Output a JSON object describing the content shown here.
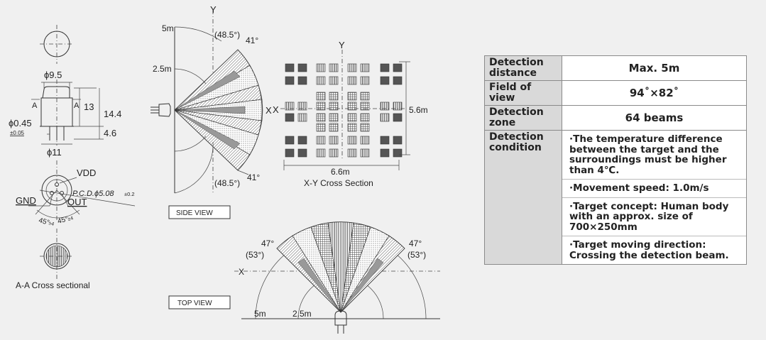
{
  "drawing": {
    "dim_top_dia": "ϕ9.5",
    "dim_bottom_dia": "ϕ11",
    "dim_pin_dia": "ϕ0.45",
    "dim_pin_tol": "±0.05",
    "dim_h13": "13",
    "dim_h14": "14.4",
    "dim_h46": "4.6",
    "section_mark": "A",
    "pin_vdd": "VDD",
    "pin_gnd": "GND",
    "pin_out": "OUT",
    "pcd": "P.C.D.ϕ5.08",
    "pcd_tol": "±0.2",
    "angle_left": "45°",
    "angle_right": "45°",
    "angle_tol": "±4",
    "section_caption": "A-A Cross sectional"
  },
  "side_view": {
    "axis_y": "Y",
    "axis_x": "X",
    "r_outer": "5m",
    "r_inner": "2.5m",
    "angle_top": "41°",
    "angle_top_alt": "(48.5°)",
    "angle_bottom": "41°",
    "angle_bottom_alt": "(48.5°)",
    "caption": "SIDE VIEW"
  },
  "xy_section": {
    "axis_y": "Y",
    "axis_x": "X",
    "height": "5.6m",
    "width": "6.6m",
    "caption": "X-Y Cross Section"
  },
  "top_view": {
    "axis_x": "X",
    "r_outer": "5m",
    "r_inner": "2.5m",
    "angle_left": "47°",
    "angle_left_alt": "(53°)",
    "angle_right": "47°",
    "angle_right_alt": "(53°)",
    "caption": "TOP VIEW"
  },
  "specs": {
    "rows": [
      {
        "label": "Detection distance",
        "value": "Max. 5m"
      },
      {
        "label": "Field of view",
        "value": "94˚×82˚"
      },
      {
        "label": "Detection zone",
        "value": "64 beams"
      }
    ],
    "condition_label": "Detection condition",
    "conditions": [
      "·The temperature difference between the target and the surroundings must be higher than 4℃.",
      "·Movement speed: 1.0m/s",
      "·Target concept: Human body with an approx. size of 700×250mm",
      "·Target moving direction: Crossing the detection beam."
    ]
  }
}
